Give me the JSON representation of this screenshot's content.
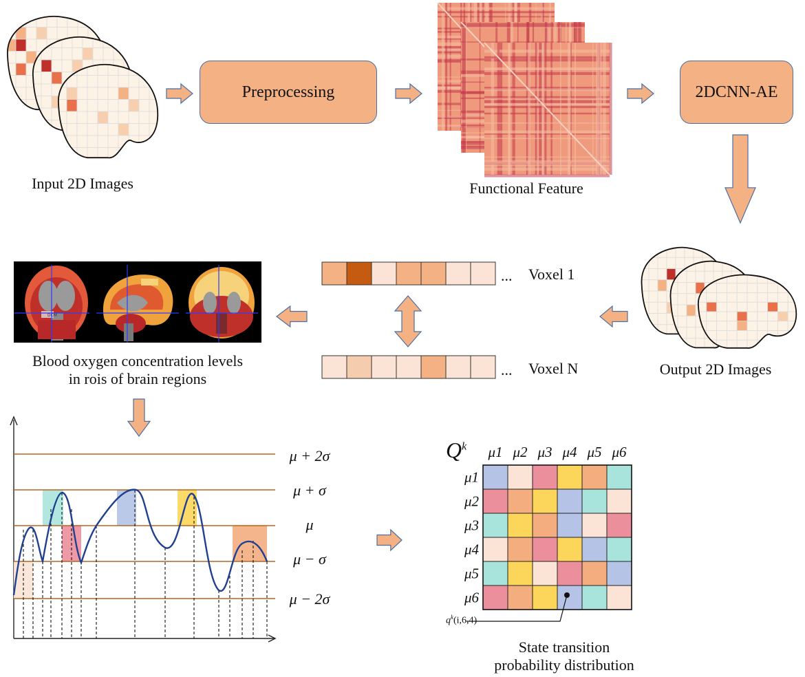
{
  "labels": {
    "input_images": "Input 2D Images",
    "preprocessing": "Preprocessing",
    "functional_feature": "Functional Feature",
    "model": "2DCNN-AE",
    "output_images": "Output 2D Images",
    "blood_oxygen_line1": "Blood oxygen concentration levels",
    "blood_oxygen_line2": "in rois of brain regions",
    "voxel_1": "Voxel 1",
    "voxel_n": "Voxel N",
    "ellipsis": "...",
    "state_transition_line1": "State transition",
    "state_transition_line2": "probability distribution",
    "matrix_symbol": "Q",
    "matrix_symbol_sup": "k",
    "q_annotation_base": "q",
    "q_annotation_sup": "k",
    "q_annotation_args": "(i,6,4)",
    "brain_slice_tag": "DCM"
  },
  "thresholds": {
    "mu_plus_2sigma": "μ + 2σ",
    "mu_plus_sigma": "μ + σ",
    "mu": "μ",
    "mu_minus_sigma": "μ − σ",
    "mu_minus_2sigma": "μ − 2σ"
  },
  "matrix": {
    "col_headers": [
      "μ1",
      "μ2",
      "μ3",
      "μ4",
      "μ5",
      "μ6"
    ],
    "row_headers": [
      "μ1",
      "μ2",
      "μ3",
      "μ4",
      "μ5",
      "μ6"
    ],
    "cells": [
      [
        "blue",
        "peach",
        "pink",
        "yellow",
        "orange",
        "teal"
      ],
      [
        "pink",
        "orange",
        "yellow",
        "blue",
        "teal",
        "peach"
      ],
      [
        "teal",
        "yellow",
        "orange",
        "blue",
        "peach",
        "pink"
      ],
      [
        "peach",
        "orange",
        "pink",
        "yellow",
        "blue",
        "teal"
      ],
      [
        "teal",
        "yellow",
        "peach",
        "pink",
        "orange",
        "blue"
      ],
      [
        "pink",
        "orange",
        "yellow",
        "blue",
        "teal",
        "peach"
      ]
    ]
  },
  "colors": {
    "box_fill": "#f4b183",
    "box_border": "#4a6fa5",
    "arrow_fill": "#f4b183",
    "arrow_stroke": "#4a6fa5",
    "threshold_line": "#b5651d",
    "signal_curve": "#1f3f8f",
    "cell_blue": "#b4c3e6",
    "cell_peach": "#fbe4d6",
    "cell_pink": "#ec8f9c",
    "cell_yellow": "#fcd65a",
    "cell_orange": "#f3ad7f",
    "cell_teal": "#a8e4dc"
  },
  "voxel_bars": {
    "voxel_1_levels": [
      "mid",
      "dark",
      "light",
      "mid",
      "mid",
      "light",
      "light"
    ],
    "voxel_n_levels": [
      "light",
      "soft",
      "light",
      "light",
      "mid",
      "light",
      "light"
    ]
  }
}
